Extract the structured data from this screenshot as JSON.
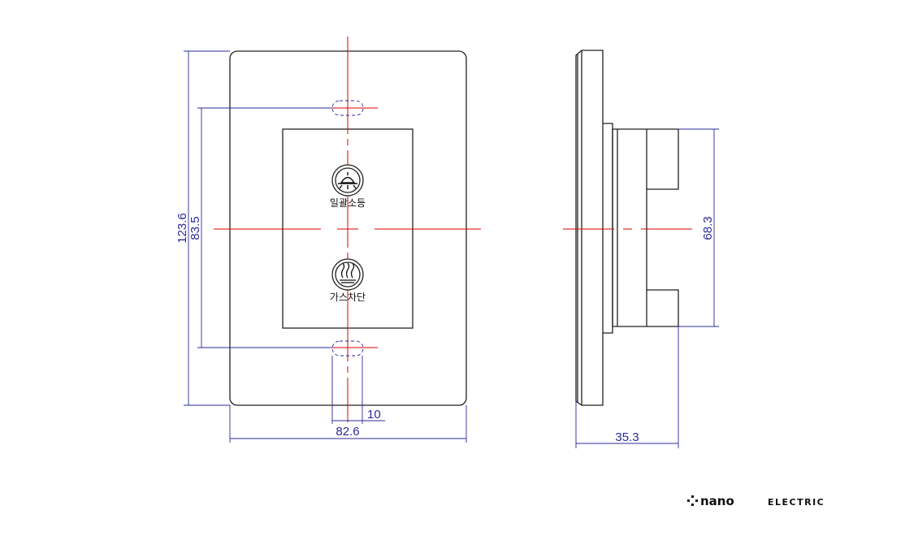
{
  "dimensions": {
    "overall_height": "123.6",
    "mount_spacing": "83.5",
    "overall_width": "82.6",
    "slot_width": "10",
    "depth": "35.3",
    "body_height": "68.3"
  },
  "buttons": [
    {
      "label": "일괄소등",
      "icon": "lamp-off-icon"
    },
    {
      "label": "가스차단",
      "icon": "gas-flame-icon"
    }
  ],
  "brand": {
    "name_bold": "nano",
    "name_light": "ELECTRIC",
    "logo": "nano-electric-logo"
  },
  "colors": {
    "outline": "#222222",
    "centerline": "#e00000",
    "dimension": "#2a2a9a"
  }
}
